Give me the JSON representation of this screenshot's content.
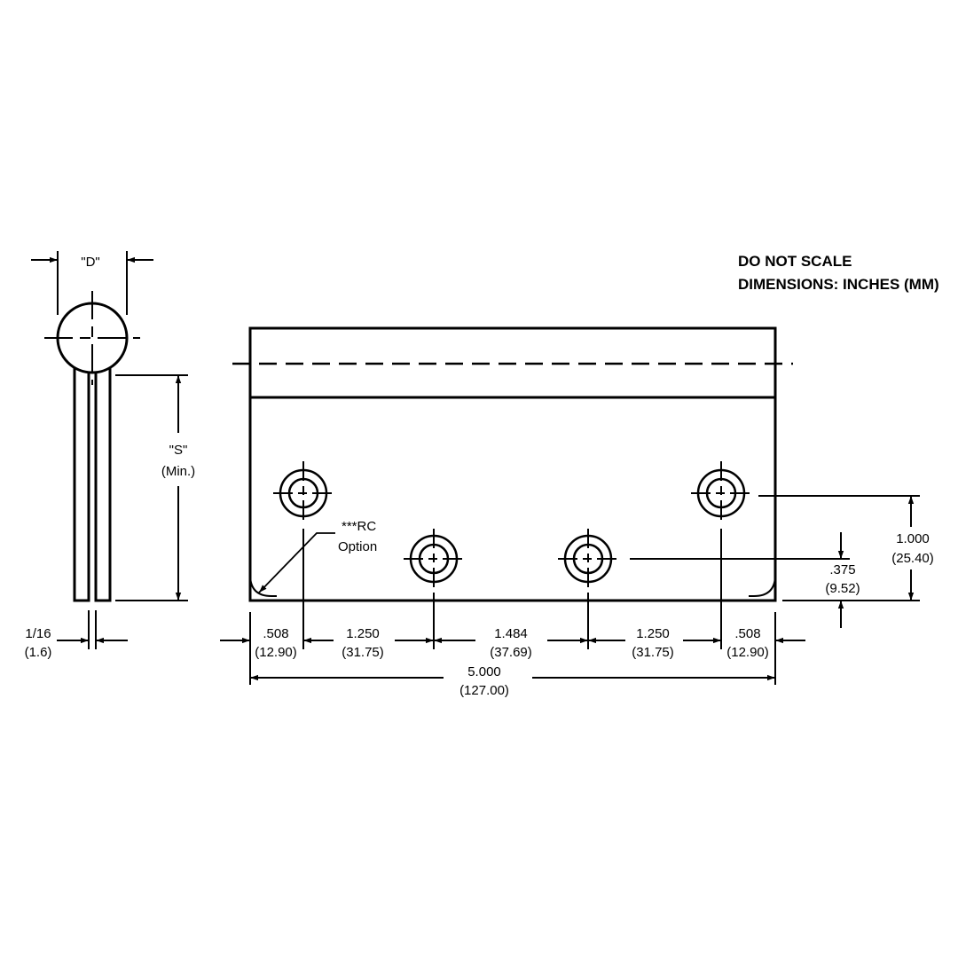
{
  "notes": {
    "line1": "DO NOT SCALE",
    "line2": "DIMENSIONS: INCHES (MM)"
  },
  "side_view": {
    "diameter_label": "\"D\"",
    "spacing_label": "\"S\"",
    "spacing_sub": "(Min.)",
    "thickness_in": "1/16",
    "thickness_mm": "(1.6)"
  },
  "front_view": {
    "rc_label_1": "***RC",
    "rc_label_2": "Option",
    "dims_bottom": [
      {
        "in": ".508",
        "mm": "(12.90)"
      },
      {
        "in": "1.250",
        "mm": "(31.75)"
      },
      {
        "in": "1.484",
        "mm": "(37.69)"
      },
      {
        "in": "1.250",
        "mm": "(31.75)"
      },
      {
        "in": ".508",
        "mm": "(12.90)"
      }
    ],
    "overall": {
      "in": "5.000",
      "mm": "(127.00)"
    },
    "hole_high": {
      "in": "1.000",
      "mm": "(25.40)"
    },
    "hole_low": {
      "in": ".375",
      "mm": "(9.52)"
    }
  }
}
